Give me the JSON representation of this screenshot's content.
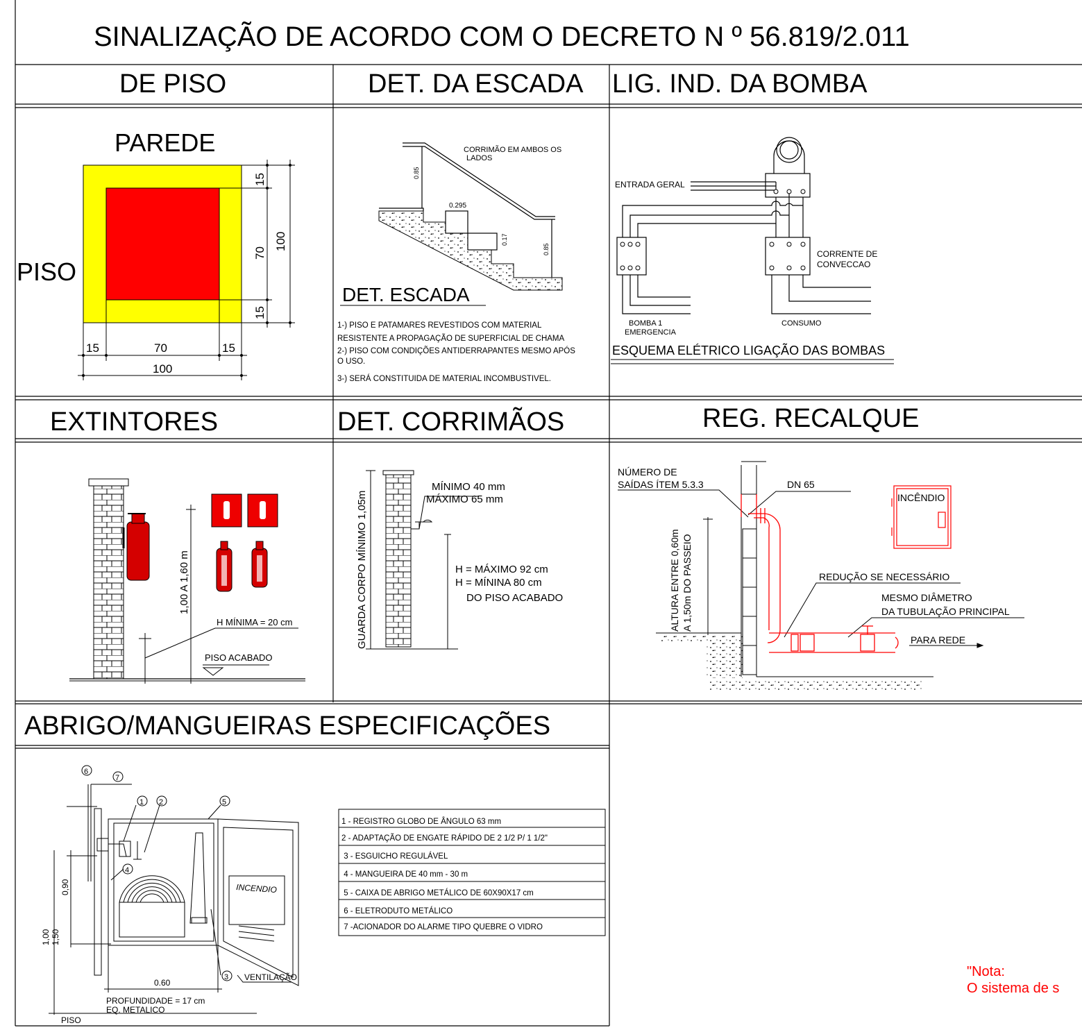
{
  "title": "SINALIZAÇÃO DE ACORDO COM O DECRETO N º  56.819/2.011",
  "headers": {
    "de_piso": "DE PISO",
    "det_escada": "DET. DA ESCADA",
    "lig_bomba": "LIG. IND. DA BOMBA",
    "extintores": "EXTINTORES",
    "det_corrimaos": "DET. CORRIMÃOS",
    "reg_recalque": "REG. RECALQUE",
    "abrigo": "ABRIGO/MANGUEIRAS ESPECIFICAÇÕES"
  },
  "piso": {
    "parede": "PAREDE",
    "piso": "PISO",
    "dim_15": "15",
    "dim_70": "70",
    "dim_100": "100",
    "colors": {
      "outer": "#ffff00",
      "inner": "#ff0000"
    }
  },
  "escada": {
    "corrimao_note_1": "CORRIMÃO EM AMBOS OS",
    "corrimao_note_2": "LADOS",
    "dim_085": "0.85",
    "dim_0295": "0.295",
    "dim_017": "0.17",
    "det_escada": "DET. ESCADA",
    "notes": [
      "1-) PISO E PATAMARES REVESTIDOS COM MATERIAL",
      "RESISTENTE A PROPAGAÇÃO DE SUPERFICIAL DE CHAMA",
      "2-) PISO COM CONDIÇÕES ANTIDERRAPANTES MESMO APÓS",
      "O USO.",
      "3-) SERÁ CONSTITUIDA DE MATERIAL INCOMBUSTIVEL."
    ]
  },
  "bomba": {
    "entrada_geral": "ENTRADA GERAL",
    "corrente_1": "CORRENTE DE",
    "corrente_2": "CONVECCAO",
    "bomba_1": "BOMBA 1",
    "bomba_2": "EMERGENCIA",
    "consumo": "CONSUMO",
    "esquema": "ESQUEMA  ELÉTRICO  LIGAÇÃO  DAS  BOMBAS"
  },
  "extintores": {
    "altura": "1,00 A 1,60 m",
    "h_minima": "H MÍNIMA = 20 cm",
    "piso_acabado": "PISO ACABADO"
  },
  "corrimaos": {
    "guarda_corpo": "GUARDA CORPO MÍNIMO 1,05m",
    "minimo": "MÍNIMO 40 mm",
    "maximo": "MÁXIMO 65 mm",
    "h_max": "H = MÁXIMO 92 cm",
    "h_min": "H = MÍNINA 80 cm",
    "do_piso": "DO PISO ACABADO"
  },
  "recalque": {
    "numero_1": "NÚMERO DE",
    "numero_2": "SAÍDAS ÍTEM 5.3.3",
    "dn65": "DN 65",
    "altura_1": "ALTURA ENTRE 0,60m",
    "altura_2": "A 1,50m DO PASSEIO",
    "incendio": "INCÊNDIO",
    "reducao": "REDUÇÃO SE NECESSÁRIO",
    "mesmo_1": "MESMO DIÂMETRO",
    "mesmo_2": "DA TUBULAÇÃO PRINCIPAL",
    "para_rede": "PARA REDE",
    "colors": {
      "pipe": "#ff0000"
    }
  },
  "abrigo": {
    "callouts": [
      "1",
      "2",
      "3",
      "4",
      "5",
      "6",
      "7"
    ],
    "incendio": "INCENDIO",
    "dim_090": "0,90",
    "dim_100": "1,00",
    "dim_150": "1,50",
    "dim_060": "0.60",
    "ventilacao": "VENTILAÇÃO",
    "profundidade": "PROFUNDIDADE = 17 cm",
    "eq_metalico": "EQ. METALICO",
    "piso": "PISO",
    "spec": [
      "1 - REGISTRO GLOBO DE ÂNGULO 63 mm",
      "2 - ADAPTAÇÃO DE ENGATE RÁPIDO DE 2 1/2 P/ 1 1/2\"",
      " 3 - ESGUICHO REGULÁVEL",
      " 4 - MANGUEIRA DE 40 mm - 30 m",
      " 5 - CAIXA DE ABRIGO METÁLICO DE 60X90X17 cm",
      " 6 - ELETRODUTO METÁLICO",
      " 7 -ACIONADOR DO ALARME TIPO QUEBRE O VIDRO"
    ]
  },
  "nota": {
    "line1": "\"Nota:",
    "line2": "O sistema de s",
    "color": "#ff0000"
  }
}
